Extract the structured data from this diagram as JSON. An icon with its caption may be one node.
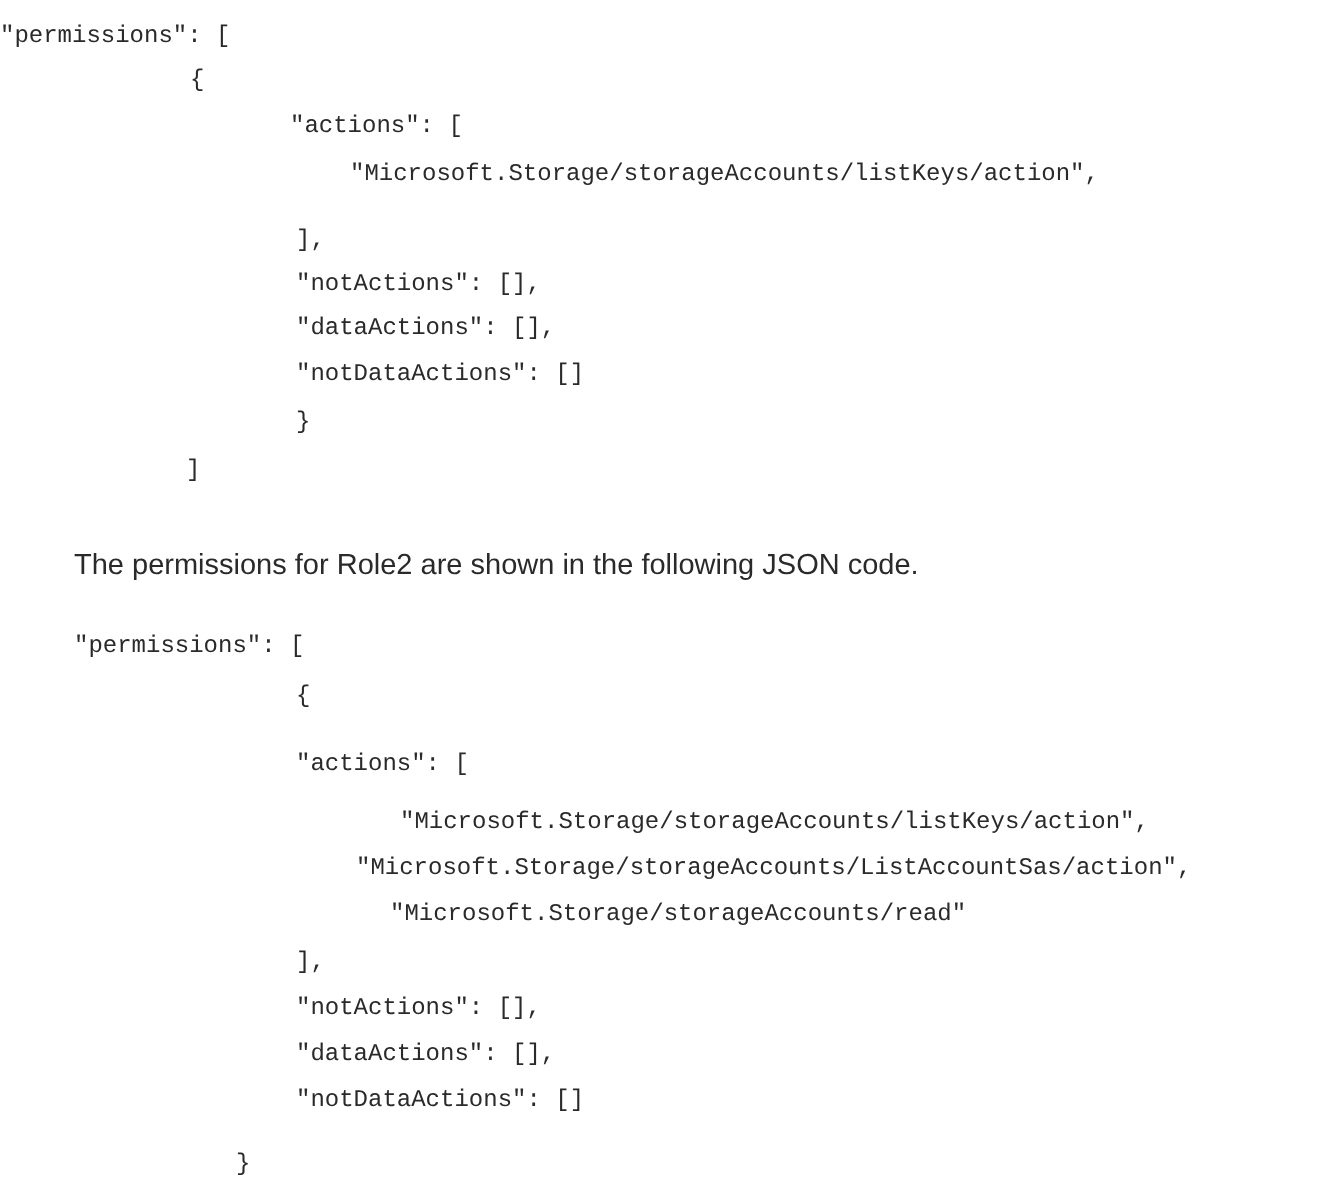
{
  "diagram": {
    "labels": [
      "\"permissions\": [",
      "{",
      "\"actions\": [",
      "\"Microsoft.Storage/storageAccounts/listKeys/action\",",
      "],",
      "\"notActions\": [],",
      "\"dataActions\": [],",
      "\"notDataActions\": []",
      "}",
      "]",
      "The permissions for Role2 are shown in the following JSON code.",
      "\"permissions\": [",
      "{",
      "\"actions\": [",
      "\"Microsoft.Storage/storageAccounts/listKeys/action\",",
      "\"Microsoft.Storage/storageAccounts/ListAccountSas/action\",",
      "\"Microsoft.Storage/storageAccounts/read\"",
      "],",
      "\"notActions\": [],",
      "\"dataActions\": [],",
      "\"notDataActions\": []",
      "}"
    ]
  }
}
